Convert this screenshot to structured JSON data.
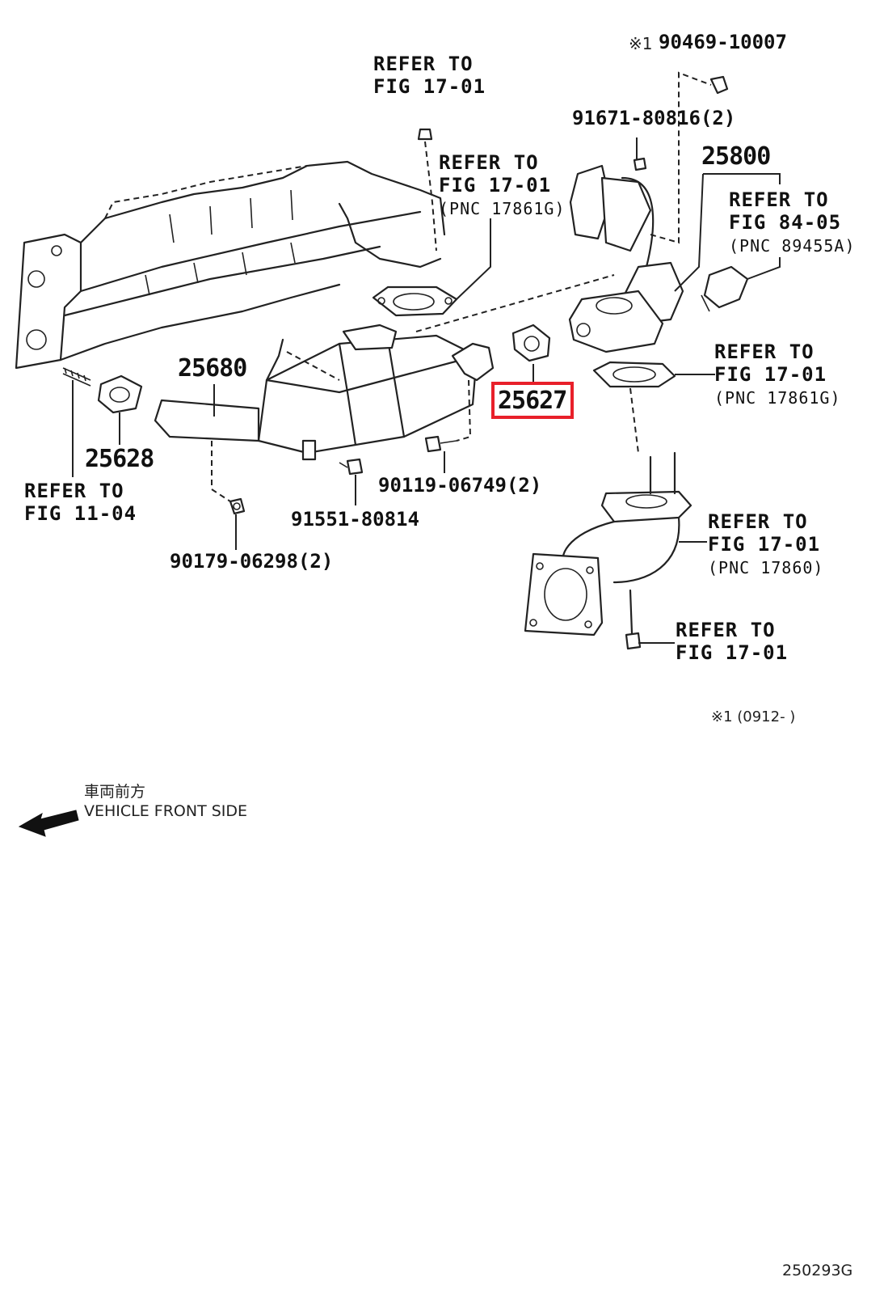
{
  "callouts": {
    "p90469": "90469-10007",
    "mark1": "※1",
    "p91671": "91671-80816(2)",
    "p25800": "25800",
    "p25680": "25680",
    "p25627": "25627",
    "p25628": "25628",
    "p90119": "90119-06749(2)",
    "p91551": "91551-80814",
    "p90179": "90179-06298(2)"
  },
  "refs": {
    "top_1": "REFER TO",
    "top_2": "FIG 17-01",
    "gasket_1": "REFER TO",
    "gasket_2": "FIG 17-01",
    "gasket_3": "(PNC 17861G)",
    "sensor_1": "REFER TO",
    "sensor_2": "FIG 84-05",
    "sensor_3": "(PNC 89455A)",
    "right_1": "REFER TO",
    "right_2": "FIG 17-01",
    "right_3": "(PNC 17861G)",
    "left_1": "REFER TO",
    "left_2": "FIG 11-04",
    "pipe_1": "REFER TO",
    "pipe_2": "FIG 17-01",
    "pipe_3": "(PNC 17860)",
    "bolt_1": "REFER TO",
    "bolt_2": "FIG 17-01"
  },
  "footnote": "※1 (0912-      )",
  "front": {
    "jp": "車両前方",
    "en": "VEHICLE FRONT SIDE"
  },
  "figure_code": "250293G",
  "highlight_color": "#e8202a",
  "icons": [
    "front-arrow-icon"
  ]
}
